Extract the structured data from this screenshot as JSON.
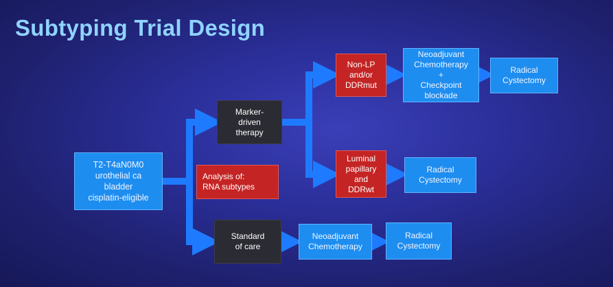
{
  "slide": {
    "title": "Subtyping Trial Design"
  },
  "diagram": {
    "nodes": {
      "population": "T2-T4aN0M0\nurothelial ca\nbladder\ncisplatin-eligible",
      "analysis": "Analysis of:\nRNA subtypes",
      "marker_driven": "Marker-\ndriven\ntherapy",
      "standard_of_care": "Standard\nof care",
      "non_lp": "Non-LP\nand/or\nDDRmut",
      "luminal_papillary": "Luminal\npapillary\nand\nDDRwt",
      "neoadj_chemo_checkpoint": "Neoadjuvant\nChemotherapy\n+\nCheckpoint\nblockade",
      "radical_cystectomy_top": "Radical\nCystectomy",
      "radical_cystectomy_mid": "Radical\nCystectomy",
      "neoadj_chemo_bottom": "Neoadjuvant\nChemotherapy",
      "radical_cystectomy_bottom": "Radical\nCystectomy"
    },
    "colors": {
      "blue_box": "#1e8df0",
      "red_box": "#c52424",
      "dark_box": "#2b2b33",
      "arrow": "#1e7bff",
      "title": "#8fd3ff"
    }
  }
}
